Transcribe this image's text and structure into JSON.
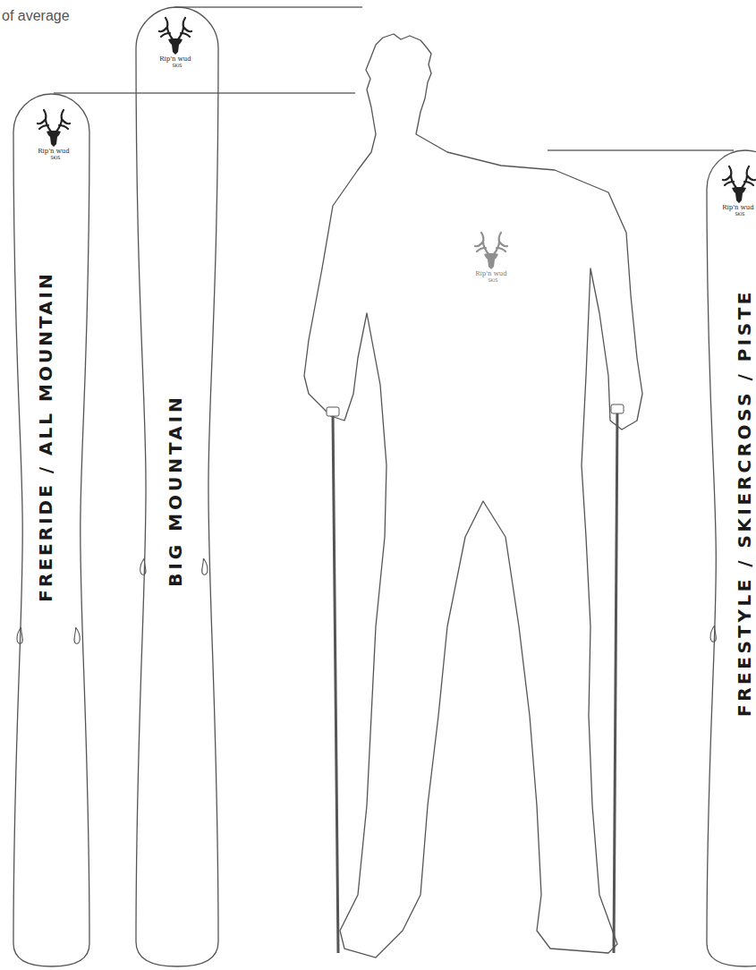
{
  "diagram": {
    "nodes": [
      {
        "text": [
          "FREERIDE / ALL MOUNTAIN"
        ]
      },
      {
        "text": [
          "BIG MOUNTAIN"
        ]
      },
      {
        "text": [
          "FREESTYLE / SKIERCROSS / PISTE"
        ]
      }
    ],
    "labels": [
      "of average",
      "Rip'n wud",
      "SKIS",
      "Rip'n wud",
      "SKIS",
      "Rip'n wud",
      "SKIS",
      "Rip'n wud",
      "SKIS"
    ]
  }
}
